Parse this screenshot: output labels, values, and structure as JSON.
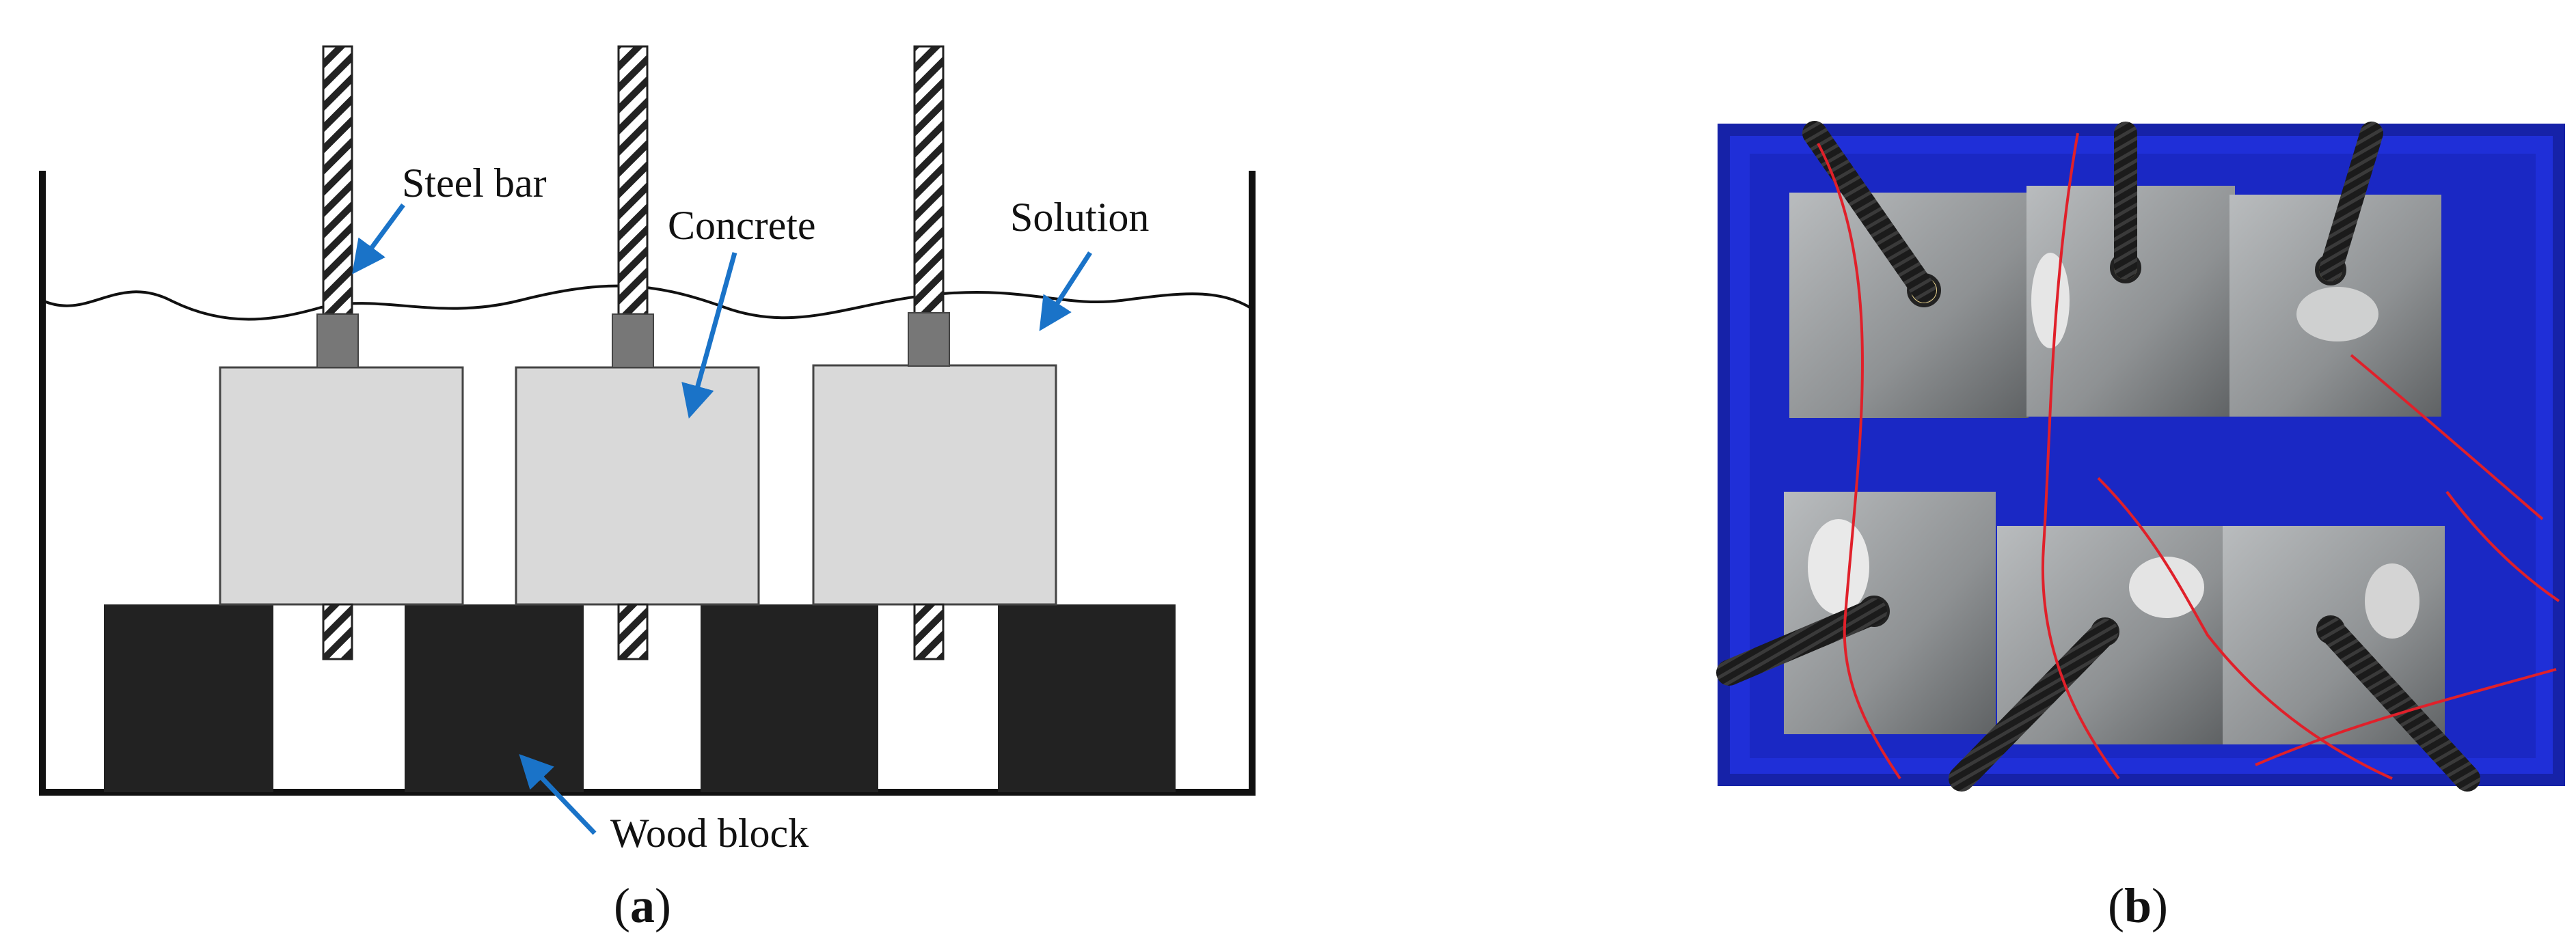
{
  "panel_a": {
    "labels": {
      "steel_bar": "Steel bar",
      "concrete": "Concrete",
      "solution": "Solution",
      "wood_block": "Wood block"
    },
    "caption": {
      "open": "(",
      "letter": "a",
      "close": ")"
    }
  },
  "panel_b": {
    "caption": {
      "open": "(",
      "letter": "b",
      "close": ")"
    }
  },
  "colors": {
    "arrow": "#1a73c8",
    "concrete": "#d9d9d9",
    "wood": "#222222",
    "steel_stub": "#777777",
    "tray_blue": "#1f2fd8",
    "wire_red": "#e0202a"
  }
}
